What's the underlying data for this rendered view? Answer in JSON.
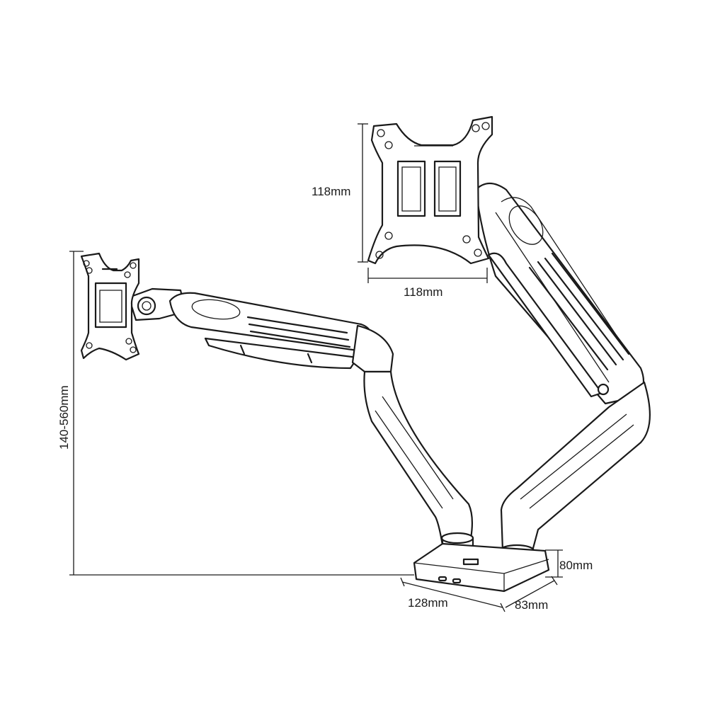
{
  "dimensions": {
    "plate_height": "118mm",
    "plate_width": "118mm",
    "height_range": "140-560mm",
    "base_height": "80mm",
    "base_width": "128mm",
    "base_depth": "83mm"
  },
  "colors": {
    "line": "#1a1a1a",
    "background": "#ffffff"
  }
}
